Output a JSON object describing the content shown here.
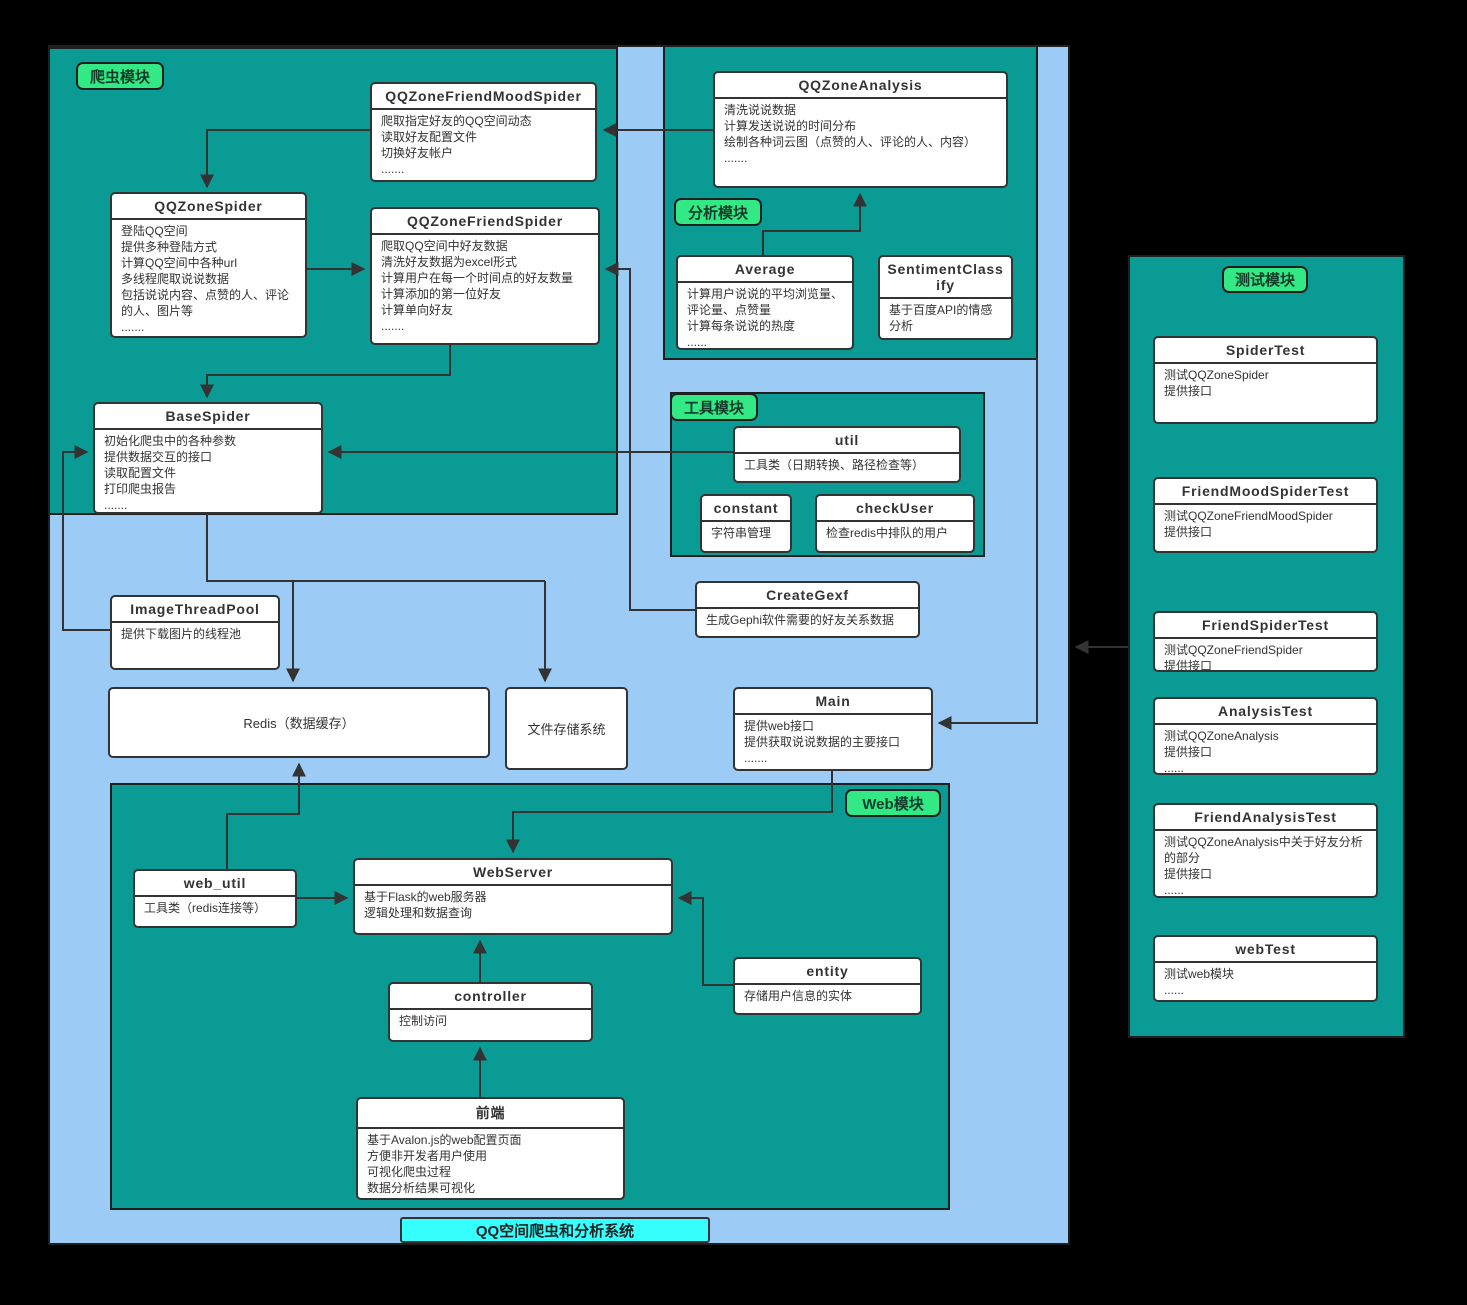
{
  "banner": {
    "title": "QQ空间爬虫和分析系统"
  },
  "modules": {
    "crawler": {
      "label": "爬虫模块"
    },
    "analysis": {
      "label": "分析模块"
    },
    "tools": {
      "label": "工具模块"
    },
    "web": {
      "label": "Web模块"
    },
    "test": {
      "label": "测试模块"
    }
  },
  "colors": {
    "outer_bg": "#000000",
    "canvas_bg": "#9cccf5",
    "module_fill": "#0b9b95",
    "label_fill": "#32e985",
    "banner_fill": "#35ffff",
    "node_fill": "#ffffff",
    "line": "#333333"
  },
  "nodes": {
    "qqzone_friend_mood_spider": {
      "title": "QQZoneFriendMoodSpider",
      "body": "爬取指定好友的QQ空间动态\n读取好友配置文件\n切换好友帐户\n......."
    },
    "qqzone_spider": {
      "title": "QQZoneSpider",
      "body": "登陆QQ空间\n提供多种登陆方式\n计算QQ空间中各种url\n多线程爬取说说数据\n包括说说内容、点赞的人、评论的人、图片等\n......."
    },
    "qqzone_friend_spider": {
      "title": "QQZoneFriendSpider",
      "body": "爬取QQ空间中好友数据\n清洗好友数据为excel形式\n计算用户在每一个时间点的好友数量\n计算添加的第一位好友\n计算单向好友\n......."
    },
    "base_spider": {
      "title": "BaseSpider",
      "body": "初始化爬虫中的各种参数\n提供数据交互的接口\n读取配置文件\n打印爬虫报告\n......."
    },
    "qqzone_analysis": {
      "title": "QQZoneAnalysis",
      "body": "清洗说说数据\n计算发送说说的时间分布\n绘制各种词云图（点赞的人、评论的人、内容）\n......."
    },
    "average": {
      "title": "Average",
      "body": "计算用户说说的平均浏览量、评论量、点赞量\n计算每条说说的热度\n......"
    },
    "sentiment_classify": {
      "title": "SentimentClassify",
      "body": "基于百度API的情感分析"
    },
    "util": {
      "title": "util",
      "body": "工具类（日期转换、路径检查等）"
    },
    "constant": {
      "title": "constant",
      "body": "字符串管理"
    },
    "check_user": {
      "title": "checkUser",
      "body": "检查redis中排队的用户"
    },
    "create_gexf": {
      "title": "CreateGexf",
      "body": "生成Gephi软件需要的好友关系数据"
    },
    "image_thread_pool": {
      "title": "ImageThreadPool",
      "body": "提供下载图片的线程池"
    },
    "redis": {
      "title": "Redis（数据缓存）"
    },
    "file_store": {
      "title": "文件存储系统"
    },
    "main": {
      "title": "Main",
      "body": "提供web接口\n提供获取说说数据的主要接口\n......."
    },
    "web_util": {
      "title": "web_util",
      "body": "工具类（redis连接等）"
    },
    "web_server": {
      "title": "WebServer",
      "body": "基于Flask的web服务器\n逻辑处理和数据查询"
    },
    "controller": {
      "title": "controller",
      "body": "控制访问"
    },
    "entity": {
      "title": "entity",
      "body": "存储用户信息的实体"
    },
    "frontend": {
      "title": "前端",
      "body": "基于Avalon.js的web配置页面\n方便非开发者用户使用\n可视化爬虫过程\n数据分析结果可视化"
    },
    "spider_test": {
      "title": "SpiderTest",
      "body": "测试QQZoneSpider\n提供接口"
    },
    "friend_mood_spider_test": {
      "title": "FriendMoodSpiderTest",
      "body": "测试QQZoneFriendMoodSpider\n提供接口"
    },
    "friend_spider_test": {
      "title": "FriendSpiderTest",
      "body": "测试QQZoneFriendSpider\n提供接口"
    },
    "analysis_test": {
      "title": "AnalysisTest",
      "body": "测试QQZoneAnalysis\n提供接口\n......"
    },
    "friend_analysis_test": {
      "title": "FriendAnalysisTest",
      "body": "测试QQZoneAnalysis中关于好友分析的部分\n提供接口\n......"
    },
    "web_test": {
      "title": "webTest",
      "body": "测试web模块\n......"
    }
  }
}
